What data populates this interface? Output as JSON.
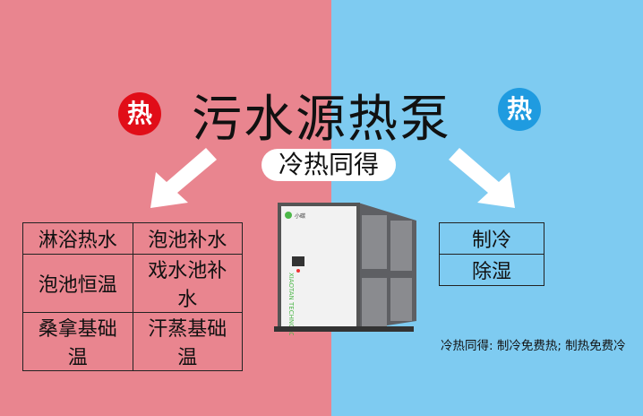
{
  "colors": {
    "left_bg": "#e9858f",
    "right_bg": "#7ecbf1",
    "red_badge": "#e10d18",
    "blue_badge": "#1f9be0"
  },
  "title": "污水源热泵",
  "subtitle": "冷热同得",
  "left_badge": "热",
  "right_badge": "热",
  "left_table": [
    [
      "淋浴热水",
      "泡池补水"
    ],
    [
      "泡池恒温",
      "戏水池补水"
    ],
    [
      "桑拿基础温",
      "汗蒸基础温"
    ]
  ],
  "right_table": [
    "制冷",
    "除湿"
  ],
  "note": "冷热同得: 制冷免费热; 制热免费冷",
  "machine": {
    "brand": "小碳",
    "text": "XIAOTAN TECHNOLOGY"
  }
}
